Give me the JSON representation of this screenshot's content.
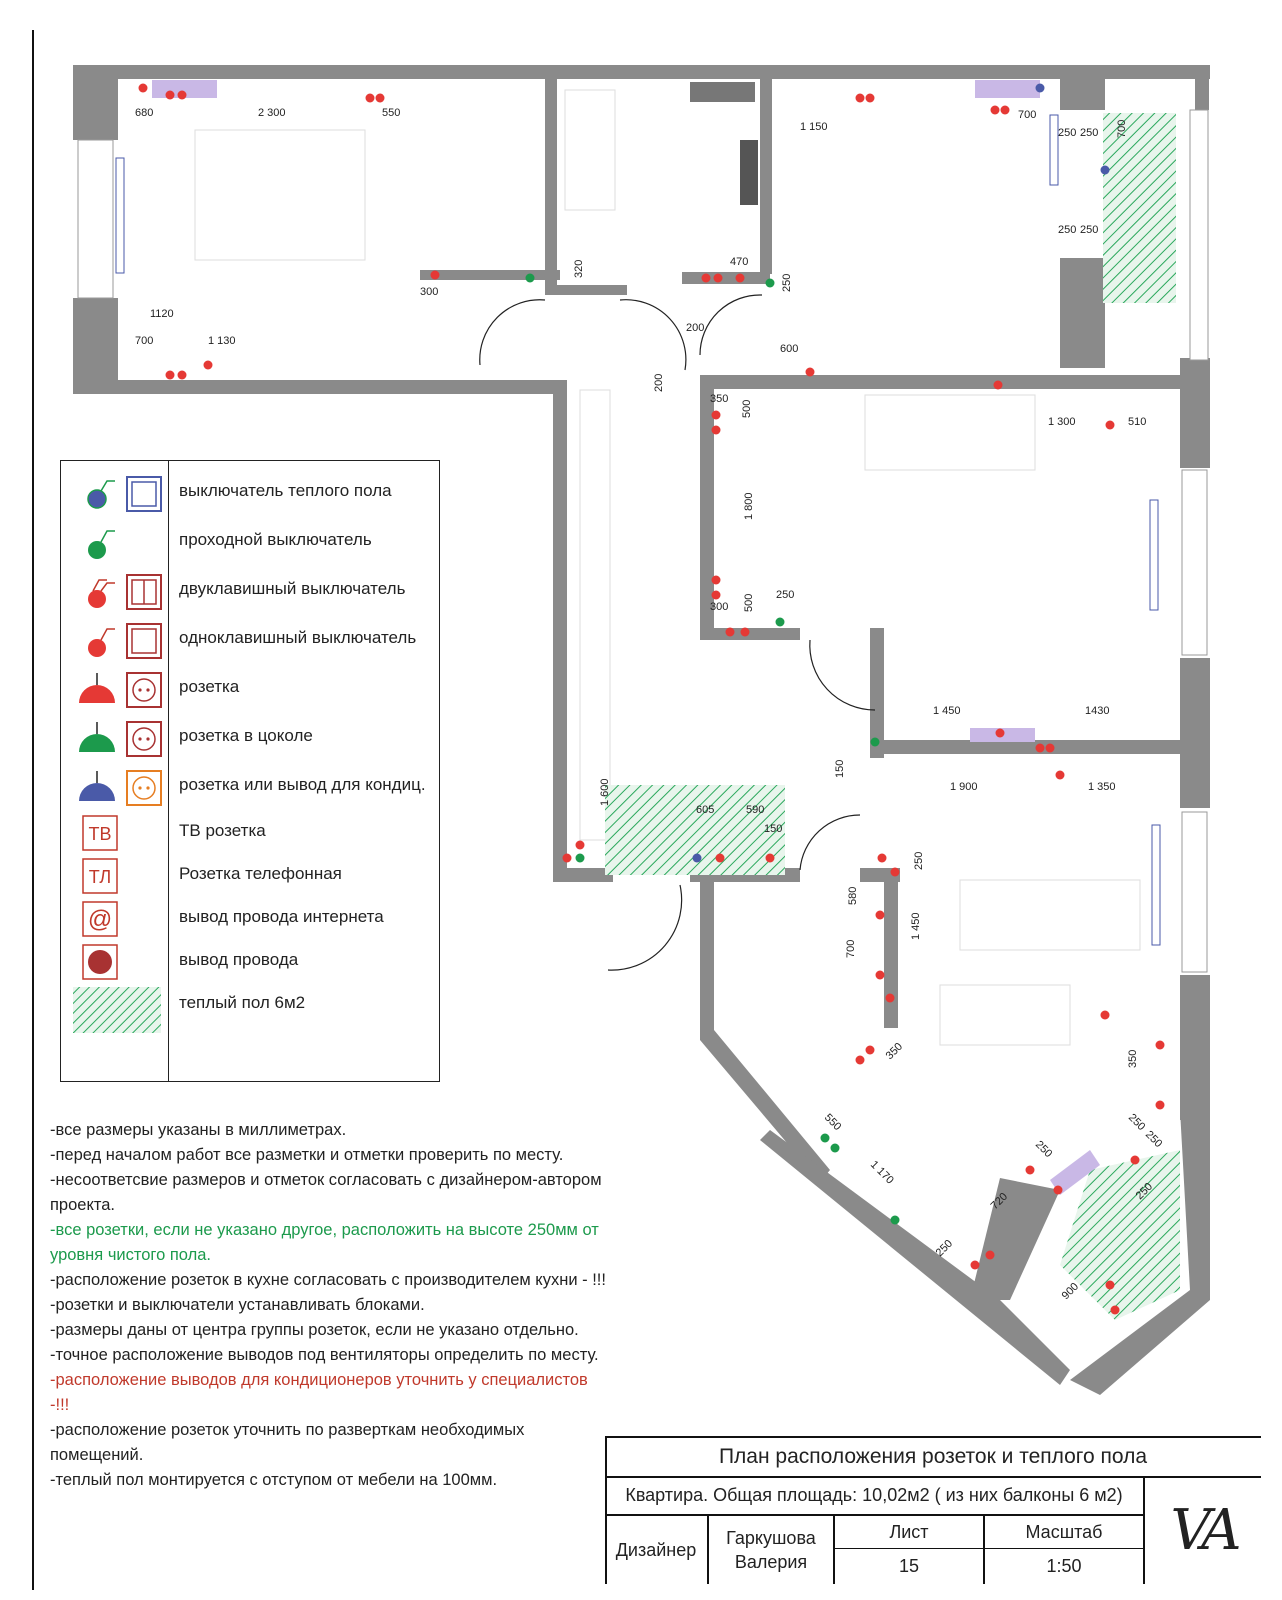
{
  "legend": {
    "items": [
      {
        "label": "выключатель теплого пола",
        "icon": "floor-heating-switch-icon",
        "color": "#4a5aa8"
      },
      {
        "label": "проходной выключатель",
        "icon": "pass-through-switch-icon",
        "color": "#1c9a4c"
      },
      {
        "label": "двуклавишный выключатель",
        "icon": "two-key-switch-icon",
        "color": "#e53935"
      },
      {
        "label": "одноклавишный выключатель",
        "icon": "one-key-switch-icon",
        "color": "#e53935"
      },
      {
        "label": "розетка",
        "icon": "socket-icon",
        "color": "#e53935"
      },
      {
        "label": "розетка в цоколе",
        "icon": "plinth-socket-icon",
        "color": "#1c9a4c"
      },
      {
        "label": "розетка или вывод для кондиц.",
        "icon": "ac-outlet-icon",
        "color": "#4a5aa8"
      },
      {
        "label": "ТВ розетка",
        "icon": "tv-socket-icon",
        "symbol": "ТВ",
        "color": "#c0392b"
      },
      {
        "label": "Розетка телефонная",
        "icon": "phone-socket-icon",
        "symbol": "ТЛ",
        "color": "#c0392b"
      },
      {
        "label": "вывод провода интернета",
        "icon": "internet-outlet-icon",
        "symbol": "@",
        "color": "#c0392b"
      },
      {
        "label": "вывод провода",
        "icon": "wire-outlet-icon",
        "color": "#a83232"
      },
      {
        "label": "теплый пол 6м2",
        "icon": "warm-floor-hatch-icon",
        "color": "#1c9a4c"
      }
    ]
  },
  "dimensions": [
    "680",
    "2 300",
    "550",
    "1 150",
    "700",
    "250",
    "250",
    "700",
    "250",
    "250",
    "320",
    "470",
    "250",
    "300",
    "1120",
    "700",
    "1 130",
    "200",
    "600",
    "200",
    "350",
    "500",
    "1 300",
    "510",
    "1 800",
    "300",
    "500",
    "250",
    "1 450",
    "1430",
    "150",
    "1 900",
    "1 350",
    "1 600",
    "605",
    "590",
    "150",
    "250",
    "580",
    "1 450",
    "700",
    "350",
    "350",
    "550",
    "1 170",
    "250",
    "250",
    "250",
    "720",
    "250",
    "250",
    "900"
  ],
  "notes": [
    {
      "text": "-все размеры указаны в миллиметрах.",
      "style": "normal"
    },
    {
      "text": "-перед началом работ все разметки и отметки проверить по месту.",
      "style": "normal"
    },
    {
      "text": "-несоответсвие размеров и отметок согласовать с дизайнером-автором проекта.",
      "style": "normal"
    },
    {
      "text": "-все розетки, если не указано другое, расположить на высоте 250мм от уровня чистого пола.",
      "style": "green"
    },
    {
      "text": "-расположение розеток в кухне согласовать с производителем кухни - !!!",
      "style": "normal"
    },
    {
      "text": "-розетки и выключатели устанавливать блоками.",
      "style": "normal"
    },
    {
      "text": "-размеры даны от центра группы розеток, если не указано отдельно.",
      "style": "normal"
    },
    {
      "text": "-точное расположение выводов под вентиляторы определить по месту.",
      "style": "normal"
    },
    {
      "text": "-расположение выводов для кондиционеров уточнить у специалистов -!!!",
      "style": "red"
    },
    {
      "text": "-расположение розеток уточнить по разверткам необходимых помещений.",
      "style": "normal"
    },
    {
      "text": "-теплый пол монтируется с отступом от мебели на 100мм.",
      "style": "normal"
    }
  ],
  "title_block": {
    "title": "План расположения розеток и теплого пола",
    "subtitle": "Квартира. Общая площадь: 10,02м2 ( из них балконы 6 м2)",
    "designer_label": "Дизайнер",
    "designer_name": "Гаркушова Валерия",
    "sheet_label": "Лист",
    "sheet_value": "15",
    "scale_label": "Масштаб",
    "scale_value": "1:50",
    "logo": "VA"
  },
  "colors": {
    "wall": "#8a8a8a",
    "socket": "#e53935",
    "socket_dark": "#a83232",
    "green": "#1c9a4c",
    "blue": "#4a5aa8",
    "hatch_green": "#2aa85c",
    "ac_purple": "#c9b8e6"
  }
}
